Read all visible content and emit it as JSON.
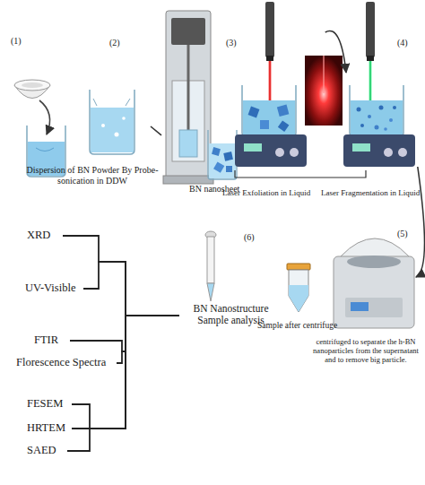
{
  "diagram": {
    "nodes": [
      {
        "text": [
          "(1)"
        ]
      },
      {
        "text": [
          "(2)"
        ]
      },
      {
        "text": [
          "BN nanosheet"
        ]
      },
      {
        "text": [
          "(3)"
        ]
      },
      {
        "text": [
          "(4)"
        ]
      },
      {
        "text": [
          "(5)",
          "centrifuged to separate the h-BN nanoparticles from the supernatant and to remove big particle."
        ]
      },
      {
        "text": [
          "Sample after centrifuge"
        ]
      },
      {
        "text": [
          "(6)",
          "BN Nanostructure Sample analysis"
        ]
      },
      {
        "text": [
          "XRD"
        ]
      },
      {
        "text": [
          "UV-Visible"
        ]
      },
      {
        "text": [
          "FTIR"
        ]
      },
      {
        "text": [
          "Florescence Spectra"
        ]
      },
      {
        "text": [
          "FESEM"
        ]
      },
      {
        "text": [
          "HRTEM"
        ]
      },
      {
        "text": [
          "SAED"
        ]
      }
    ],
    "edges": [
      {
        "from": 1,
        "to": 2,
        "arrow": "none"
      },
      {
        "from": 3,
        "to": 4,
        "arrow": "to"
      },
      {
        "from": 4,
        "to": 5,
        "arrow": "to"
      },
      {
        "from": 8,
        "to": 7,
        "arrow": "none"
      },
      {
        "from": 9,
        "to": 7,
        "arrow": "none"
      },
      {
        "from": 10,
        "to": 7,
        "arrow": "none"
      },
      {
        "from": 11,
        "to": 7,
        "arrow": "none"
      },
      {
        "from": 12,
        "to": 7,
        "arrow": "none"
      },
      {
        "from": 13,
        "to": 7,
        "arrow": "none"
      },
      {
        "from": 14,
        "to": 7,
        "arrow": "none"
      }
    ],
    "labels": [
      "Dispersion of BN Powder By Probe-sonication in DDW",
      "Laser Exfoliation in Liquid",
      "Laser Fragmentation in Liquid"
    ]
  }
}
